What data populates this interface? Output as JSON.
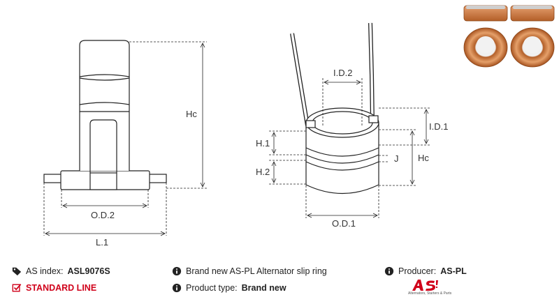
{
  "labels": {
    "hc_left": "Hc",
    "od2": "O.D.2",
    "l1": "L.1",
    "id2": "I.D.2",
    "id1": "I.D.1",
    "h1": "H.1",
    "h2": "H.2",
    "j": "J",
    "hc_right": "Hc",
    "od1": "O.D.1"
  },
  "info": {
    "as_index_label": "AS index:",
    "as_index_value": "ASL9076S",
    "standard_line": "STANDARD LINE",
    "description": "Brand new AS-PL Alternator slip ring",
    "product_type_label": "Product type:",
    "product_type_value": "Brand new",
    "producer_label": "Producer:",
    "producer_value": "AS-PL"
  },
  "logo": {
    "mark": "AS",
    "tagline": "Alternators, Starters & Parts"
  },
  "colors": {
    "accent_red": "#d0021b",
    "copper": "#c8733a",
    "line": "#222222"
  }
}
